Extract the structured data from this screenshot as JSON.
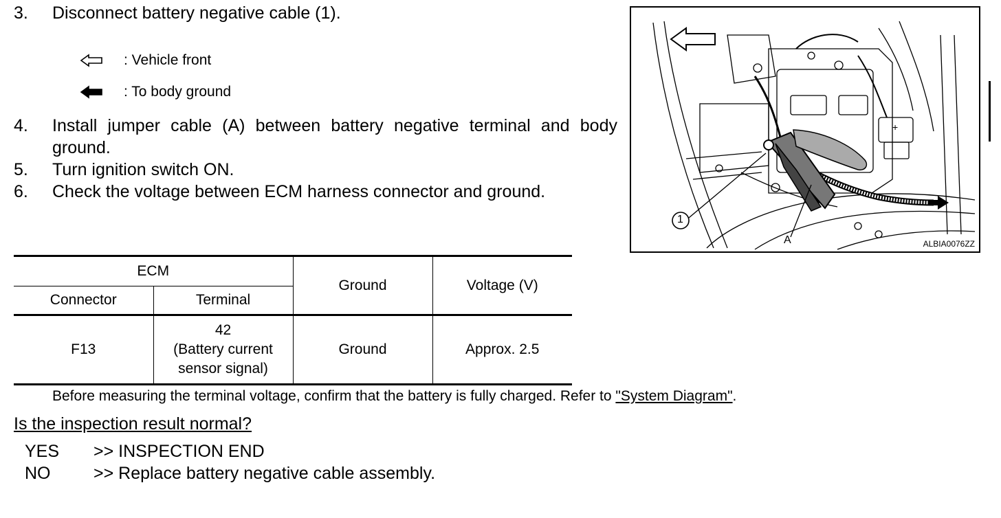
{
  "steps": [
    {
      "num": "3.",
      "text": "Disconnect battery negative cable (1)."
    },
    {
      "num": "4.",
      "text": "Install jumper cable (A) between battery negative terminal and body ground."
    },
    {
      "num": "5.",
      "text": "Turn ignition switch ON."
    },
    {
      "num": "6.",
      "text": "Check the voltage between ECM harness connector and ground."
    }
  ],
  "legend": [
    {
      "icon": "hollow-arrow-left-icon",
      "text": ": Vehicle front"
    },
    {
      "icon": "solid-arrow-left-icon",
      "text": ": To body ground"
    }
  ],
  "table": {
    "group_header": "ECM",
    "headers": {
      "connector": "Connector",
      "terminal": "Terminal",
      "ground": "Ground",
      "voltage": "Voltage (V)"
    },
    "row": {
      "connector": "F13",
      "terminal_number": "42",
      "terminal_desc_1": "(Battery current",
      "terminal_desc_2": "sensor signal)",
      "ground": "Ground",
      "voltage": "Approx. 2.5"
    }
  },
  "note": {
    "text": "Before measuring the terminal voltage, confirm that the battery is fully charged. Refer to ",
    "link": "\"System Diagram\"",
    "suffix": "."
  },
  "question": "Is the inspection result normal?",
  "answers": [
    {
      "key": "YES",
      "value": ">> INSPECTION END"
    },
    {
      "key": "NO",
      "value": ">> Replace battery negative cable assembly."
    }
  ],
  "figure": {
    "code": "ALBIA0076ZZ",
    "label_1": "1",
    "label_a": "A",
    "plus_sign": "+"
  }
}
